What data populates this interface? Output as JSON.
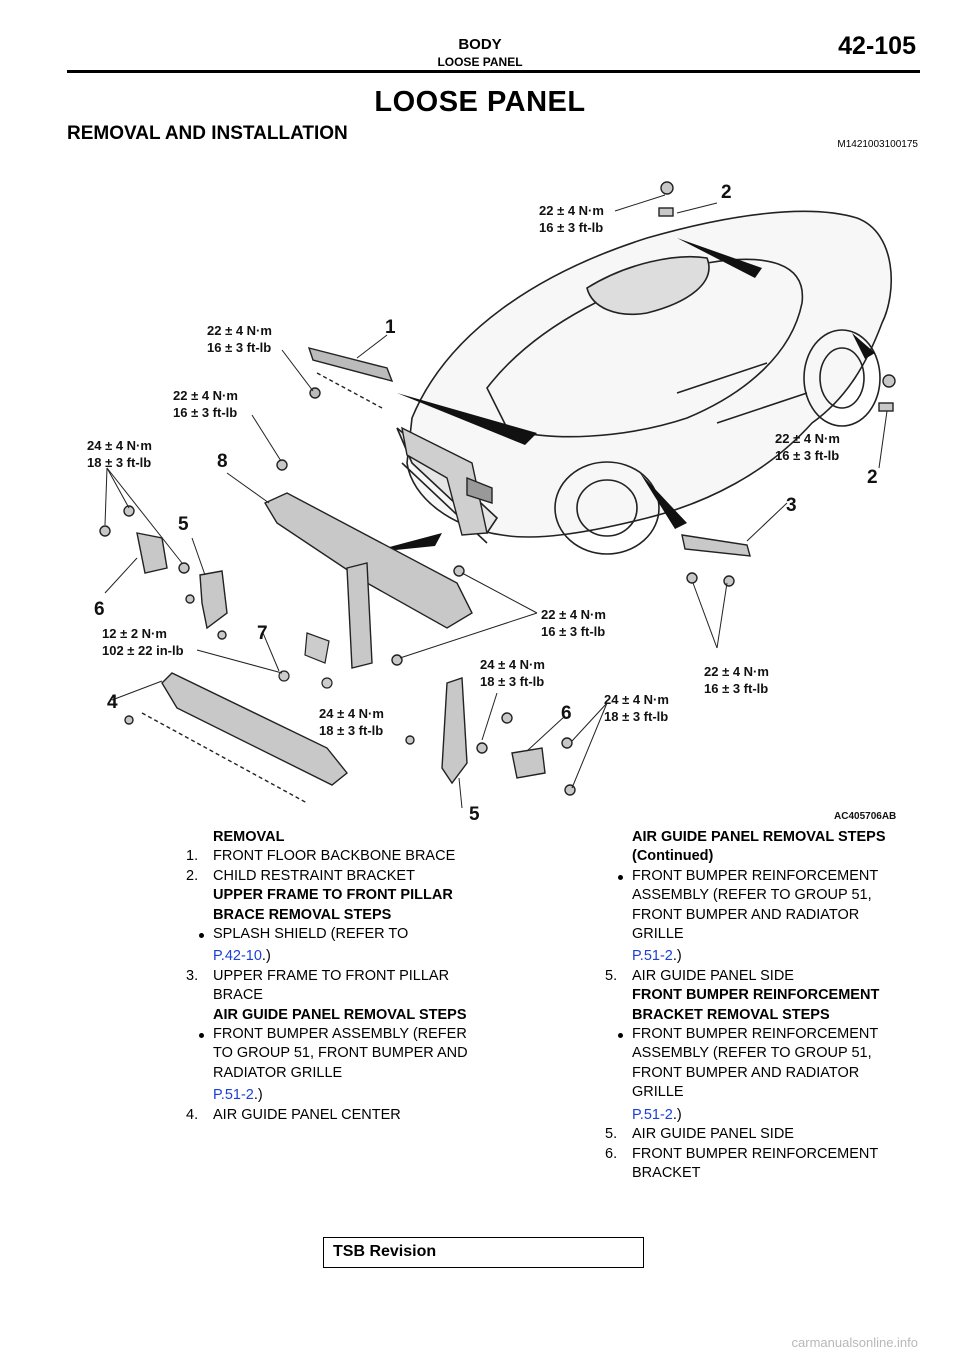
{
  "header": {
    "group": "BODY",
    "section": "LOOSE PANEL",
    "page_number": "42-105"
  },
  "title": "LOOSE PANEL",
  "section_heading": "REMOVAL AND INSTALLATION",
  "doc_id": "M1421003100175",
  "figure": {
    "code": "AC405706AB",
    "labels": {
      "t1a": "22 ± 4 N·m",
      "t1b": "16 ± 3 ft-lb",
      "t2a": "22 ± 4 N·m",
      "t2b": "16 ± 3 ft-lb",
      "t3a": "22 ± 4 N·m",
      "t3b": "16 ± 3 ft-lb",
      "t4a": "24 ± 4 N·m",
      "t4b": "18 ± 3 ft-lb",
      "t5a": "22 ± 4 N·m",
      "t5b": "16 ± 3 ft-lb",
      "t6a": "12 ± 2 N·m",
      "t6b": "102 ± 22 in-lb",
      "t7a": "22 ± 4 N·m",
      "t7b": "16 ± 3 ft-lb",
      "t8a": "24 ± 4 N·m",
      "t8b": "18 ± 3 ft-lb",
      "t9a": "24 ± 4 N·m",
      "t9b": "18 ± 3 ft-lb",
      "t10a": "24 ± 4 N·m",
      "t10b": "18 ± 3 ft-lb",
      "t11a": "22 ± 4 N·m",
      "t11b": "16 ± 3 ft-lb"
    },
    "numbers": {
      "n1": "1",
      "n2a": "2",
      "n2b": "2",
      "n3": "3",
      "n4": "4",
      "n5a": "5",
      "n5b": "5",
      "n6a": "6",
      "n6b": "6",
      "n7": "7",
      "n8": "8"
    }
  },
  "left_column": {
    "removal_heading": "REMOVAL",
    "item1_num": "1.",
    "item1_text": "FRONT FLOOR BACKBONE BRACE",
    "item2_num": "2.",
    "item2_text": "CHILD RESTRAINT BRACKET",
    "upper_frame_heading": "UPPER FRAME TO FRONT PILLAR BRACE REMOVAL STEPS",
    "splash_text": "SPLASH SHIELD (REFER TO",
    "splash_link": "P.42-10",
    "splash_close": ".)",
    "item3_num": "3.",
    "item3_text": "UPPER FRAME TO FRONT PILLAR BRACE",
    "air_guide_heading": "AIR GUIDE PANEL REMOVAL STEPS",
    "bumper_text": "FRONT BUMPER ASSEMBLY (REFER TO GROUP 51, FRONT BUMPER AND RADIATOR GRILLE",
    "bumper_link": "P.51-2",
    "bumper_close": ".)",
    "item4_num": "4.",
    "item4_text": "AIR GUIDE PANEL CENTER"
  },
  "right_column": {
    "continued_heading": "AIR GUIDE PANEL REMOVAL STEPS (Continued)",
    "reinf_text": "FRONT BUMPER REINFORCEMENT ASSEMBLY (REFER TO GROUP 51, FRONT BUMPER AND RADIATOR GRILLE",
    "reinf_link": "P.51-2",
    "reinf_close": ".)",
    "item5_num": "5.",
    "item5_text": "AIR GUIDE PANEL SIDE",
    "bracket_heading": "FRONT BUMPER REINFORCEMENT BRACKET REMOVAL STEPS",
    "reinf2_text": "FRONT BUMPER REINFORCEMENT ASSEMBLY (REFER TO GROUP 51, FRONT BUMPER AND RADIATOR GRILLE",
    "reinf2_link": "P.51-2",
    "reinf2_close": ".)",
    "item5b_num": "5.",
    "item5b_text": "AIR GUIDE PANEL SIDE",
    "item6_num": "6.",
    "item6_text": "FRONT BUMPER REINFORCEMENT BRACKET"
  },
  "tsb_label": "TSB Revision",
  "footer": "carmanualsonline.info"
}
